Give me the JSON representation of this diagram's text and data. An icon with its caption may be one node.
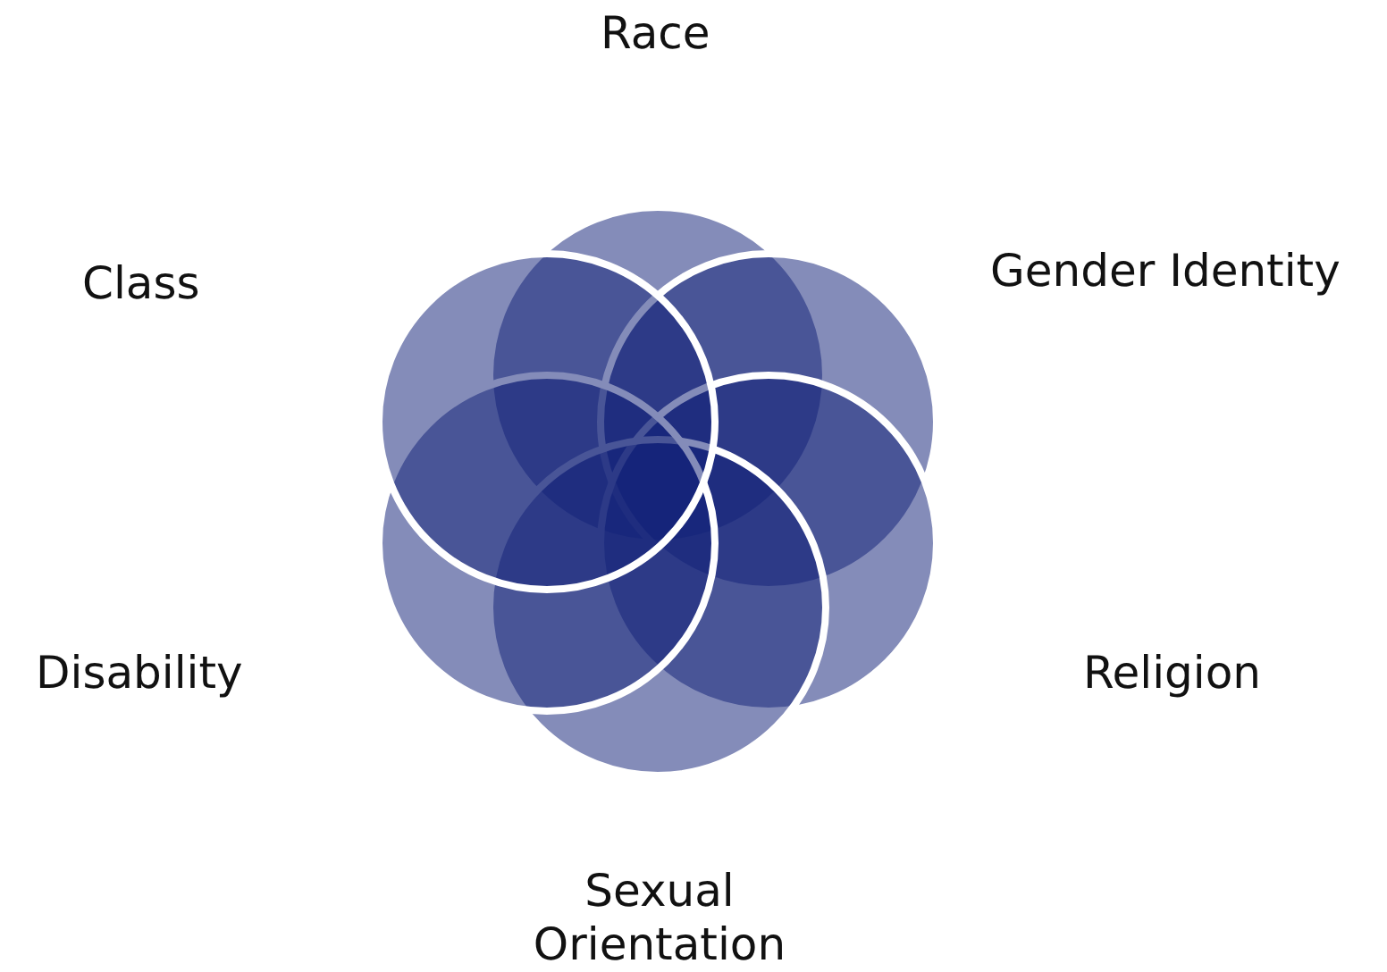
{
  "diagram": {
    "labels": [
      "Race",
      "Class",
      "Gender Identity",
      "Disability",
      "Religion",
      "Sexual Orientation"
    ]
  }
}
